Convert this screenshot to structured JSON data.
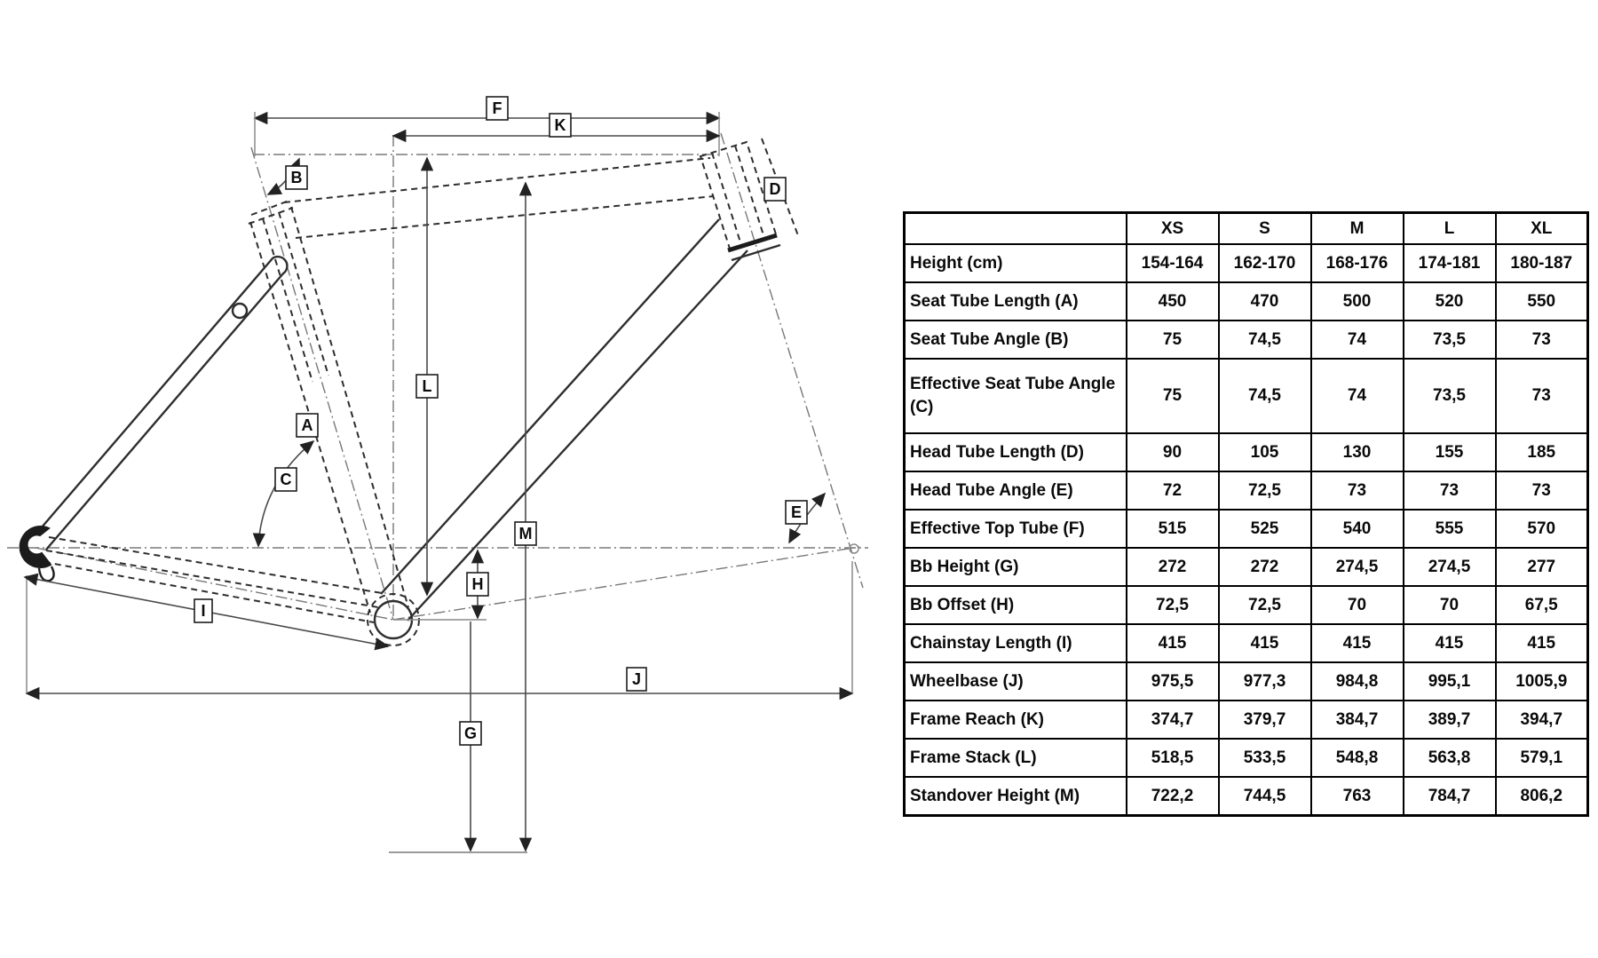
{
  "diagram": {
    "labels": {
      "A": "A",
      "B": "B",
      "C": "C",
      "D": "D",
      "E": "E",
      "F": "F",
      "G": "G",
      "H": "H",
      "I": "I",
      "J": "J",
      "K": "K",
      "L": "L",
      "M": "M"
    }
  },
  "table": {
    "corner": "",
    "size_headers": [
      "XS",
      "S",
      "M",
      "L",
      "XL"
    ],
    "rows": [
      {
        "label": "Height (cm)",
        "values": [
          "154-164",
          "162-170",
          "168-176",
          "174-181",
          "180-187"
        ]
      },
      {
        "label": "Seat Tube Length (A)",
        "values": [
          "450",
          "470",
          "500",
          "520",
          "550"
        ]
      },
      {
        "label": "Seat Tube Angle (B)",
        "values": [
          "75",
          "74,5",
          "74",
          "73,5",
          "73"
        ]
      },
      {
        "label": "Effective Seat Tube Angle (C)",
        "values": [
          "75",
          "74,5",
          "74",
          "73,5",
          "73"
        ]
      },
      {
        "label": "Head Tube Length (D)",
        "values": [
          "90",
          "105",
          "130",
          "155",
          "185"
        ]
      },
      {
        "label": "Head Tube Angle (E)",
        "values": [
          "72",
          "72,5",
          "73",
          "73",
          "73"
        ]
      },
      {
        "label": "Effective Top Tube (F)",
        "values": [
          "515",
          "525",
          "540",
          "555",
          "570"
        ]
      },
      {
        "label": "Bb Height (G)",
        "values": [
          "272",
          "272",
          "274,5",
          "274,5",
          "277"
        ]
      },
      {
        "label": "Bb Offset (H)",
        "values": [
          "72,5",
          "72,5",
          "70",
          "70",
          "67,5"
        ]
      },
      {
        "label": "Chainstay Length (I)",
        "values": [
          "415",
          "415",
          "415",
          "415",
          "415"
        ]
      },
      {
        "label": "Wheelbase (J)",
        "values": [
          "975,5",
          "977,3",
          "984,8",
          "995,1",
          "1005,9"
        ]
      },
      {
        "label": "Frame Reach (K)",
        "values": [
          "374,7",
          "379,7",
          "384,7",
          "389,7",
          "394,7"
        ]
      },
      {
        "label": "Frame Stack (L)",
        "values": [
          "518,5",
          "533,5",
          "548,8",
          "563,8",
          "579,1"
        ]
      },
      {
        "label": "Standover Height (M)",
        "values": [
          "722,2",
          "744,5",
          "763",
          "784,7",
          "806,2"
        ]
      }
    ]
  }
}
